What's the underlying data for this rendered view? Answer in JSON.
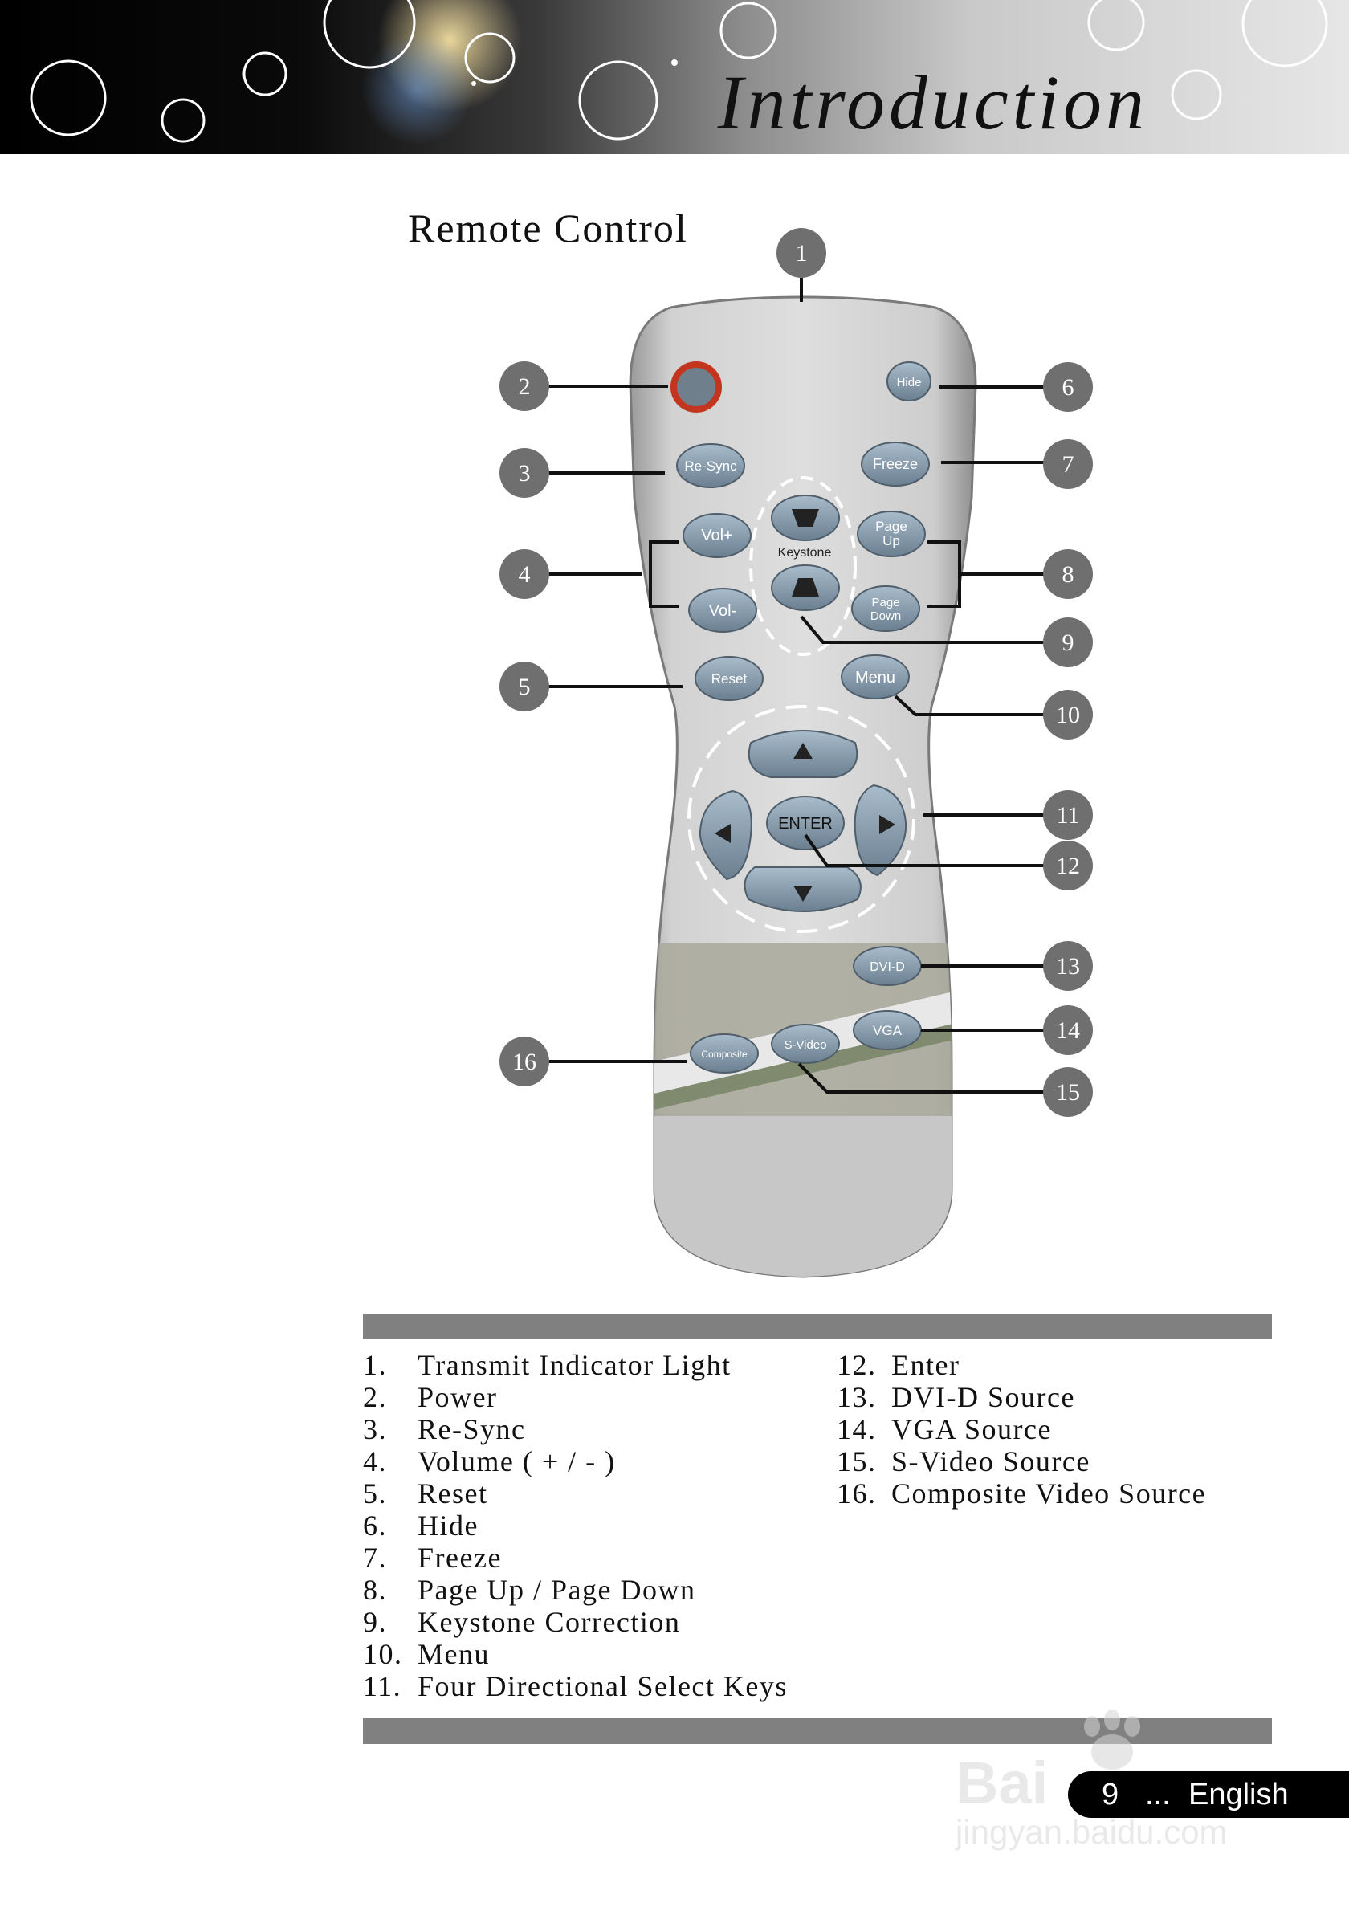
{
  "header": {
    "title": "Introduction"
  },
  "section": {
    "title": "Remote Control"
  },
  "remote_buttons": {
    "hide": "Hide",
    "resync": "Re-Sync",
    "freeze": "Freeze",
    "vol_up": "Vol+",
    "vol_down": "Vol-",
    "keystone": "Keystone",
    "page_up_1": "Page",
    "page_up_2": "Up",
    "page_down_1": "Page",
    "page_down_2": "Down",
    "reset": "Reset",
    "menu": "Menu",
    "enter": "ENTER",
    "dvid": "DVI-D",
    "vga": "VGA",
    "svideo": "S-Video",
    "composite": "Composite"
  },
  "callouts": [
    "1",
    "2",
    "3",
    "4",
    "5",
    "6",
    "7",
    "8",
    "9",
    "10",
    "11",
    "12",
    "13",
    "14",
    "15",
    "16"
  ],
  "legend": {
    "col1": [
      {
        "num": "1.",
        "text": "Transmit Indicator Light"
      },
      {
        "num": "2.",
        "text": "Power"
      },
      {
        "num": "3.",
        "text": "Re-Sync"
      },
      {
        "num": "4.",
        "text": "Volume ( + /  - )"
      },
      {
        "num": "5.",
        "text": "Reset"
      },
      {
        "num": "6.",
        "text": "Hide"
      },
      {
        "num": "7.",
        "text": "Freeze"
      },
      {
        "num": "8.",
        "text": "Page Up /  Page Down"
      },
      {
        "num": "9.",
        "text": "Keystone Correction"
      },
      {
        "num": "10.",
        "text": "Menu"
      },
      {
        "num": "11.",
        "text": "Four Directional Select Keys"
      }
    ],
    "col2": [
      {
        "num": "12.",
        "text": "Enter"
      },
      {
        "num": "13.",
        "text": "DVI-D Source"
      },
      {
        "num": "14.",
        "text": "VGA Source"
      },
      {
        "num": "15.",
        "text": "S-Video Source"
      },
      {
        "num": "16.",
        "text": "Composite Video Source"
      }
    ]
  },
  "footer": {
    "page": "9",
    "separator": "...",
    "language": "English"
  },
  "watermark": {
    "brand": "Bai",
    "url": "jingyan.baidu.com"
  }
}
